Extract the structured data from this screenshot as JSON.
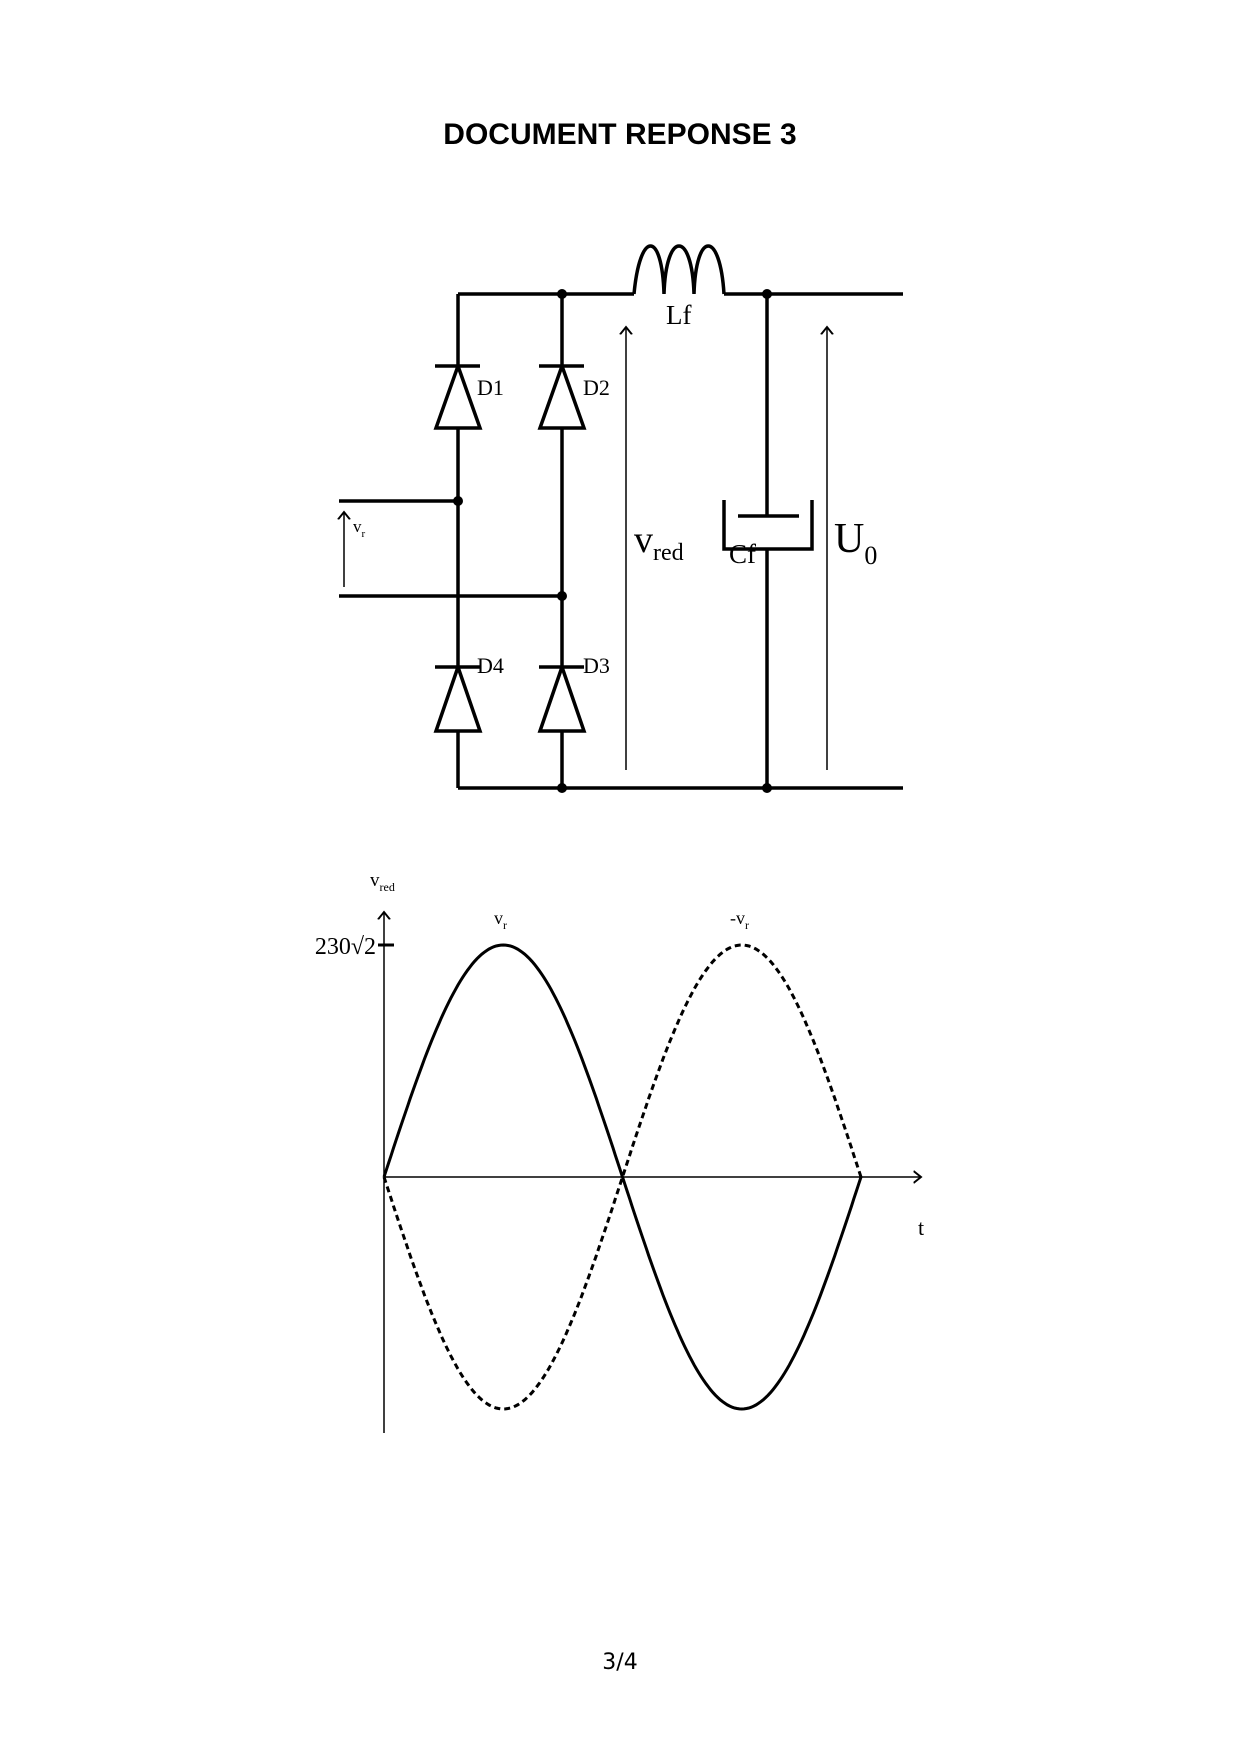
{
  "title": "DOCUMENT REPONSE 3",
  "page_number": "3/4",
  "circuit": {
    "diodes": [
      "D1",
      "D2",
      "D3",
      "D4"
    ],
    "inductor_label": "Lf",
    "capacitor_label": "Cf",
    "input_voltage": {
      "main": "v",
      "sub": "r"
    },
    "rectified_voltage": {
      "main": "v",
      "sub": "red"
    },
    "output_voltage": {
      "main": "U",
      "sub": "0"
    }
  },
  "chart_data": {
    "type": "line",
    "title": "",
    "ylabel": {
      "main": "v",
      "sub": "red"
    },
    "xlabel": "t",
    "ytick_label": "230√2",
    "ytick_value": 325.27,
    "ylim": [
      -325.27,
      325.27
    ],
    "xlim_periods": [
      0,
      1
    ],
    "series": [
      {
        "name": "vr",
        "label": {
          "main": "v",
          "sub": "r"
        },
        "style": "solid",
        "amplitude": 325.27,
        "sign": 1
      },
      {
        "name": "-vr",
        "label": {
          "main": "-v",
          "sub": "r"
        },
        "style": "dashed",
        "amplitude": 325.27,
        "sign": -1
      }
    ],
    "grid": false
  }
}
